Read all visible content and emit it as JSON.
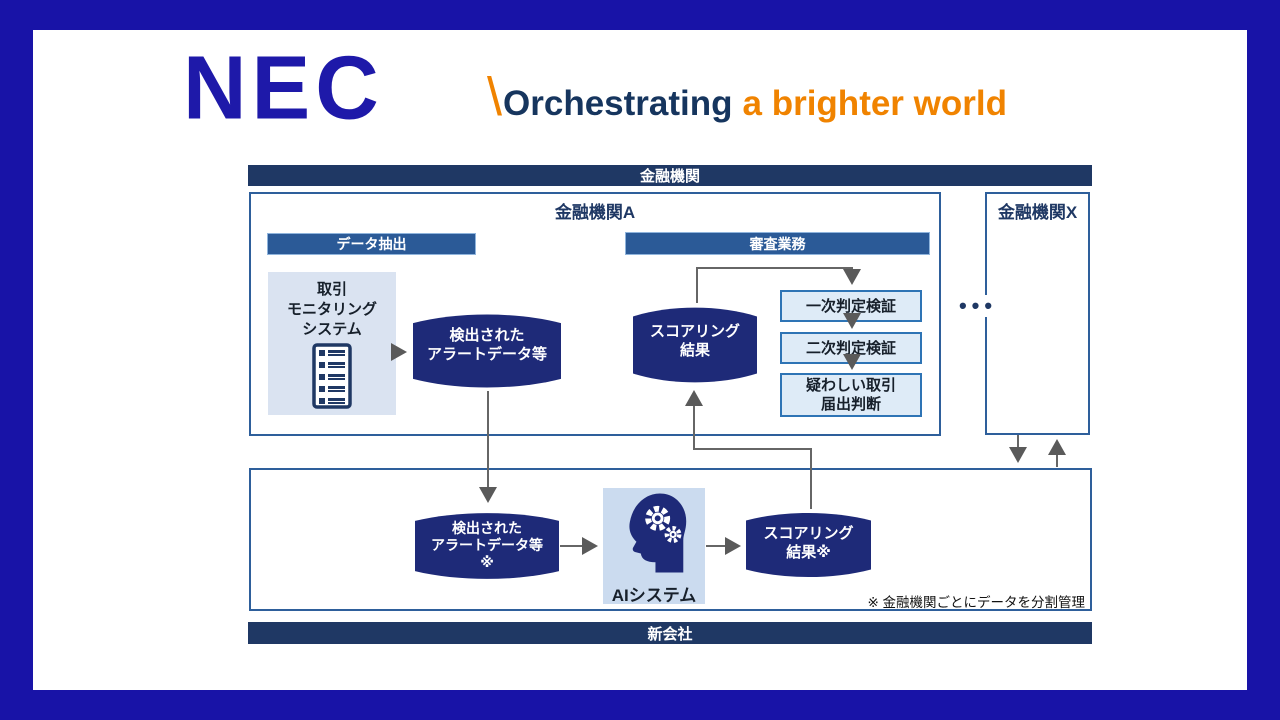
{
  "header": {
    "nec_logo": "NEC",
    "tagline": {
      "slash": "\\",
      "orchestrating": "Orchestrating",
      "brighter": "a brighter world"
    }
  },
  "diagram": {
    "top_bar": "金融機関",
    "bottom_bar": "新会社",
    "bank_a": {
      "title": "金融機関A",
      "section_data_extract": "データ抽出",
      "section_review": "審査業務",
      "monitoring_system": {
        "lines": [
          "取引",
          "モニタリング",
          "システム"
        ]
      },
      "alert_db": {
        "lines": [
          "検出された",
          "アラートデータ等"
        ]
      },
      "scoring_db": {
        "lines": [
          "スコアリング",
          "結果"
        ]
      },
      "review_steps": [
        {
          "lines": [
            "一次判定検証"
          ]
        },
        {
          "lines": [
            "二次判定検証"
          ]
        },
        {
          "lines": [
            "疑わしい取引",
            "届出判断"
          ]
        }
      ]
    },
    "bank_x": {
      "title": "金融機関X",
      "ellipsis": "•••"
    },
    "new_company": {
      "alert_db": {
        "lines": [
          "検出された",
          "アラートデータ等",
          "※"
        ]
      },
      "ai_system": {
        "label": "AIシステム"
      },
      "scoring_db": {
        "lines": [
          "スコアリング",
          "結果※"
        ]
      },
      "footnote": "※ 金融機関ごとにデータを分割管理"
    }
  },
  "icons": {
    "server": "server-rack-icon",
    "ai": "ai-head-gears-icon"
  },
  "colors": {
    "frame_blue": "#1813A7",
    "nec_blue": "#1E19A9",
    "tagline_navy": "#16355E",
    "tagline_orange": "#F08300",
    "bar_navy": "#1F3864",
    "section_blue": "#2B5A97",
    "cylinder_navy": "#1E2A78",
    "panel_border": "#2E5F9B",
    "step_fill": "#DEEBF7",
    "step_border": "#2E74B5",
    "light_fill": "#DAE3F1",
    "ai_fill": "#CBDBEF",
    "arrow_gray": "#666666"
  }
}
